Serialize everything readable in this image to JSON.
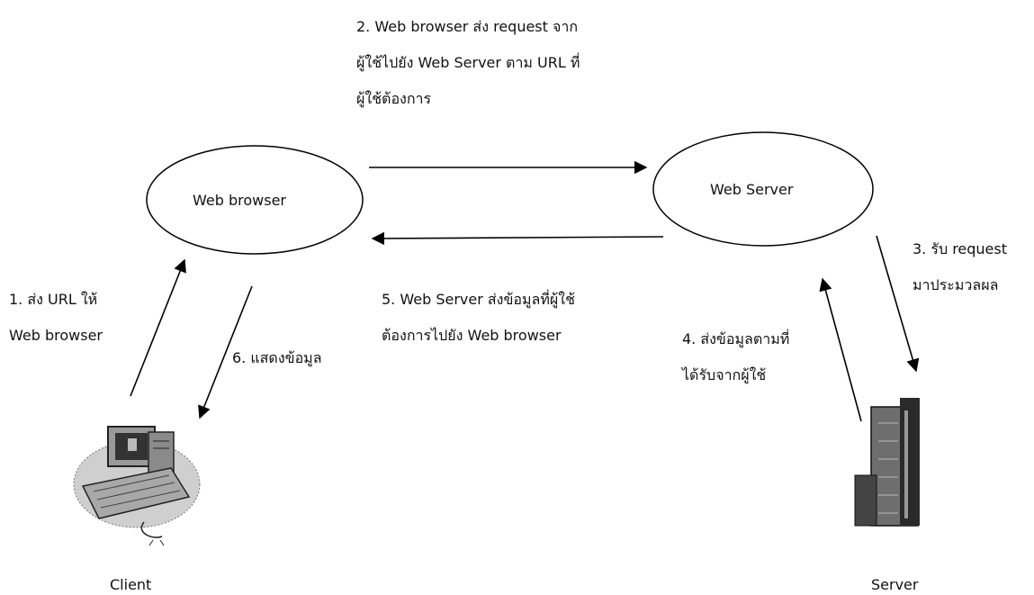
{
  "nodes": {
    "browser": "Web browser",
    "server": "Web Server"
  },
  "steps": {
    "step1": [
      "1. ส่ง URL ให้",
      "Web browser"
    ],
    "step2": [
      "2. Web browser ส่ง request จาก",
      "ผู้ใช้ไปยัง Web Server ตาม URL ที่",
      "ผู้ใช้ต้องการ"
    ],
    "step3": [
      "3. รับ request",
      "มาประมวลผล"
    ],
    "step4": [
      "4. ส่งข้อมูลตามที่",
      "ได้รับจากผู้ใช้"
    ],
    "step5": [
      "5. Web Server ส่งข้อมูลที่ผู้ใช้",
      "ต้องการไปยัง Web browser"
    ],
    "step6": [
      "6. แสดงข้อมูล"
    ]
  },
  "captions": {
    "client": "Client",
    "server": "Server"
  },
  "icons": {
    "client": "client-computer-icon",
    "server": "server-tower-icon"
  }
}
